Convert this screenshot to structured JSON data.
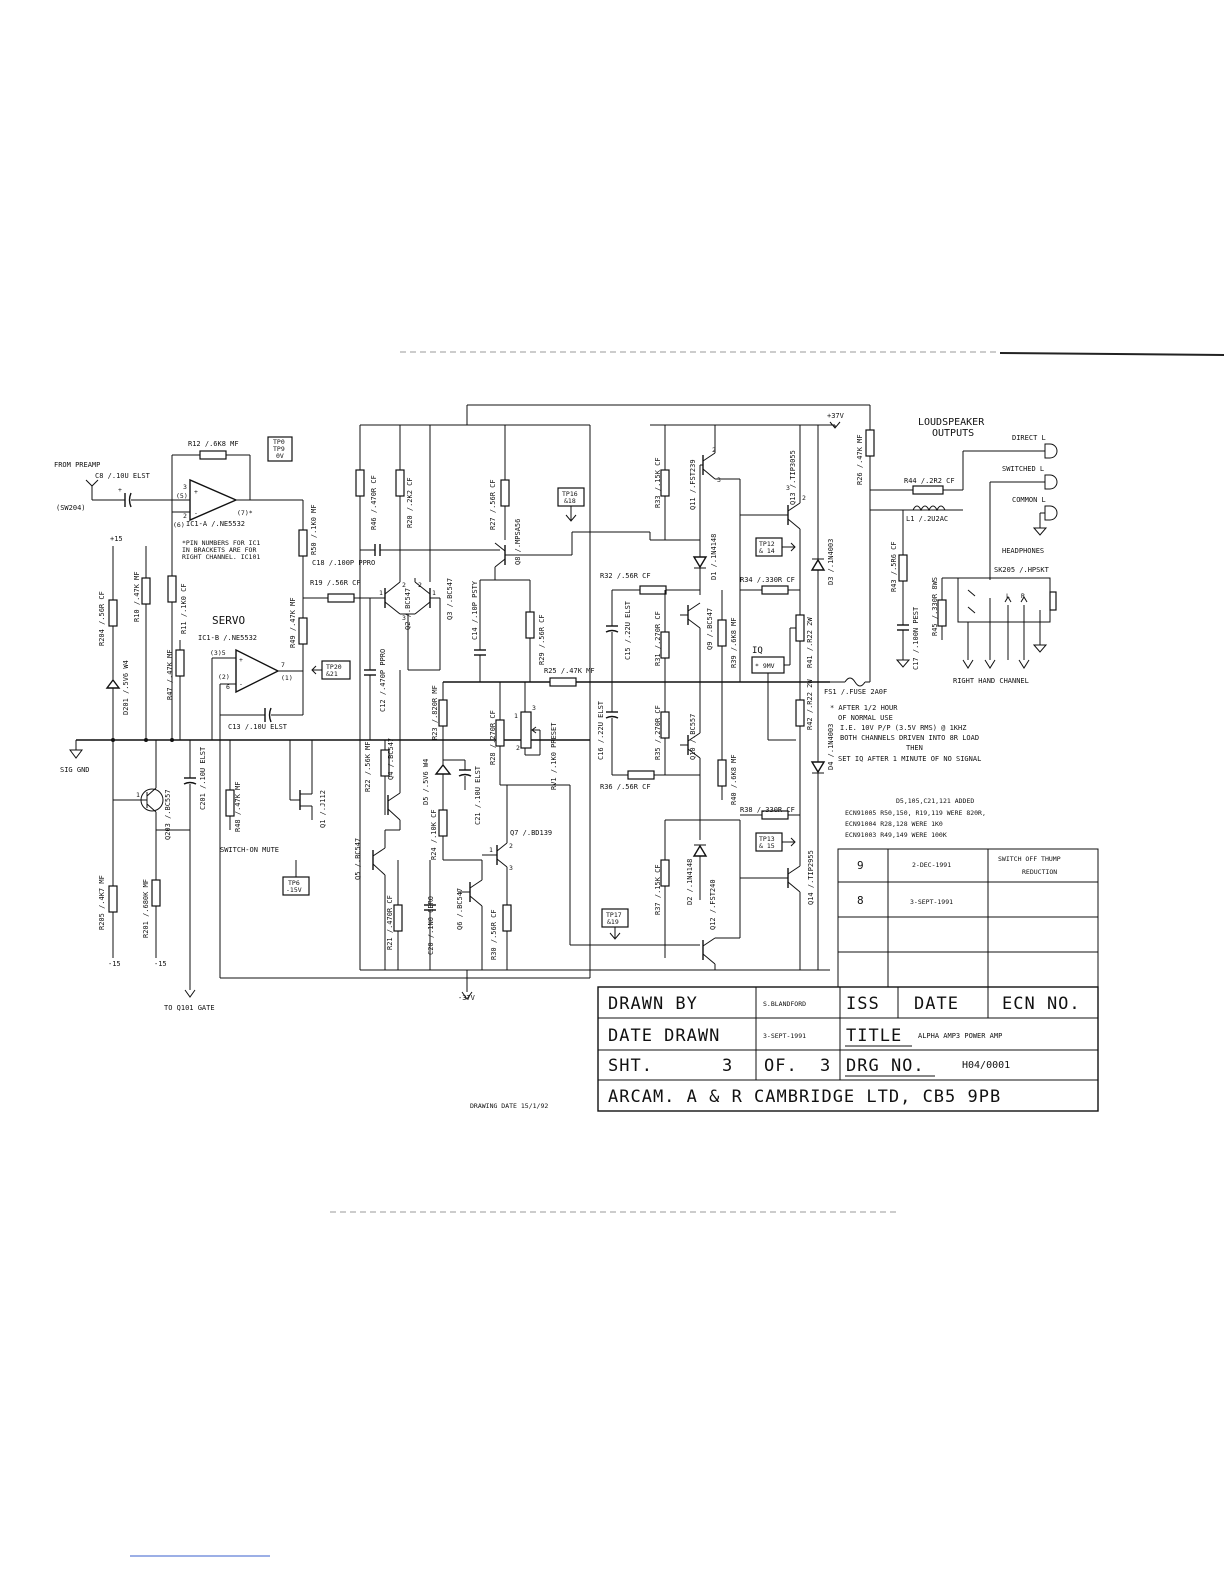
{
  "labels": {
    "from_preamp": "FROM PREAMP",
    "sw204": "(SW204)",
    "c8": "C8 /.10U ELST",
    "r12": "R12 /.6K8 MF",
    "tp0": "TP0",
    "tp9": "TP9",
    "zero_v": "0V",
    "pin3": "3",
    "pin5": "(5)",
    "pin2": "2",
    "pin6": "(6)",
    "pin7": "(7)*",
    "ic1a": "IC1-A /.NE5532",
    "pin_note_1": "*PIN NUMBERS FOR IC1",
    "pin_note_2": "IN BRACKETS ARE FOR",
    "pin_note_3": "RIGHT CHANNEL. IC101",
    "plus15": "+15",
    "r50": "R50 /.1K0 MF",
    "r204": "R204 /.56R CF",
    "r10": "R10 /.47K MF",
    "r11": "R11 /.1K0 CF",
    "servo": "SERVO",
    "ic1b": "IC1-B /.NE5532",
    "servo_p3": "(3)5",
    "servo_p2": "(2)",
    "servo_p6": "6",
    "servo_p7": "7",
    "servo_p1": "(1)",
    "r49": "R49 /.47K MF",
    "tp20": "TP20",
    "tp21": "&21",
    "r47": "R47 /.47K MF",
    "d201": "D201 /.5V6 W4",
    "c13": "C13 /.10U ELST",
    "sig_gnd": "SIG GND",
    "q203": "Q203 /.BC557",
    "c201": "C201 /.10U ELST",
    "r48": "R48 /.47K MF",
    "q1": "Q1 /.J112",
    "switch_on_mute": "SWITCH-ON MUTE",
    "tp6": "TP6",
    "tp6_v": "-15V",
    "r205": "R205 /.4K7 MF",
    "r201": "R201 /.680K MF",
    "minus15a": "-15",
    "minus15b": "-15",
    "to_q101": "TO Q101 GATE",
    "c18": "C18 /.100P PPRO",
    "r19": "R19 /.56R CF",
    "q2": "Q2 /.BC547",
    "q3": "Q3 /.BC547",
    "r46": "R46 /.470R CF",
    "r20": "R20 /.2K2 CF",
    "c12": "C12 /.470P PPRO",
    "r22": "R22 /.56K MF",
    "q4": "Q4 /.BC547",
    "q5": "Q5 /.BC547",
    "r21": "R21 /.470R CF",
    "d5": "D5 /.5V6 W4",
    "r23": "R23 /.820R MF",
    "r24": "R24 /.10K CF",
    "c20": "C20 /.1N0 CERO",
    "q6": "Q6 /.BC547",
    "c21": "C21 /.10U ELST",
    "r28": "R28 /.270R CF",
    "q7": "Q7 /.BD139",
    "r30": "R30 /.56R CF",
    "minus37": "-37V",
    "r27": "R27 /.56R CF",
    "q8": "Q8 /.MPSA56",
    "c14": "C14 /.10P PSTY",
    "tp16": "TP16",
    "tp18": "&18",
    "r29": "R29 /.56R CF",
    "r25": "R25 /.47K MF",
    "rv1": "RV1 /.1K0 PRESET",
    "tp17": "TP17",
    "tp19": "&19",
    "plus37": "+37V",
    "r33": "R33 /.15K CF",
    "q11": "Q11 /.FST239",
    "d1": "D1 /.1N4148",
    "r32": "R32 /.56R CF",
    "c15": "C15 /.22U ELST",
    "r31": "R31 /.270R CF",
    "q9": "Q9 /.BC547",
    "r39": "R39 /.6K8 MF",
    "c16": "C16 /.22U ELST",
    "r35": "R35 /.270R CF",
    "q10": "Q10 /.BC557",
    "r40": "R40 /.6K8 MF",
    "r36": "R36 /.56R CF",
    "r37": "R37 /.15K CF",
    "d2": "D2 /.1N4148",
    "q12": "Q12 /.FST240",
    "q13": "Q13 /.TIP3055",
    "q14": "Q14 /.TIP2955",
    "tp12": "TP12",
    "tp14": "& 14",
    "tp13": "TP13",
    "tp15": "& 15",
    "r34": "R34 /.330R CF",
    "r38": "R38 /.330R CF",
    "iq": "IQ",
    "iq_val": "* 9MV",
    "r41": "R41 /.R22 2W",
    "r42": "R42 /.R22 2W",
    "d3": "D3 /.1N4003",
    "d4": "D4 /.1N4003",
    "r26": "R26 /.47K MF",
    "fs1": "FS1 /.FUSE 2A0F",
    "loudspeaker_1": "LOUDSPEAKER",
    "loudspeaker_2": "OUTPUTS",
    "direct_l": "DIRECT L",
    "switched_l": "SWITCHED L",
    "common_l": "COMMON L",
    "headphones": "HEADPHONES",
    "sk205": "SK205 /.HPSKT",
    "plug_l": "L",
    "plug_r": "R",
    "r44": "R44 /.2R2 CF",
    "l1": "L1 /.2U2AC",
    "r43": "R43 /.5R6 CF",
    "c17": "C17 /.100N PEST",
    "r45": "R45 /.330R 8WS",
    "right_hand": "RIGHT HAND CHANNEL",
    "note_1": "* AFTER 1/2 HOUR",
    "note_2": "OF NORMAL USE",
    "note_3": "I.E. 10V P/P (3.5V RMS) @ 1KHZ",
    "note_4": "BOTH CHANNELS DRIVEN INTO 8R LOAD",
    "note_5": "THEN",
    "note_6": "SET IQ AFTER 1 MINUTE OF NO SIGNAL",
    "ecn_1": "D5,105,C21,121 ADDED",
    "ecn_2": "ECN91005 R50,150, R19,119 WERE 820R,",
    "ecn_3": "ECN91004 R28,128 WERE 1K0",
    "ecn_4": "ECN91003 R49,149 WERE 100K",
    "drawing_date": "DRAWING DATE 15/1/92"
  },
  "revisions": [
    {
      "iss": "9",
      "date": "2-DEC-1991",
      "ecn_line1": "SWITCH OFF THUMP",
      "ecn_line2": "REDUCTION"
    },
    {
      "iss": "8",
      "date": "3-SEPT-1991",
      "ecn_line1": "",
      "ecn_line2": ""
    }
  ],
  "title_block": {
    "drawn_by_label": "DRAWN BY",
    "drawn_by": "S.BLANDFORD",
    "iss_label": "ISS",
    "date_label": "DATE",
    "ecn_label": "ECN NO.",
    "date_drawn_label": "DATE DRAWN",
    "date_drawn": "3-SEPT-1991",
    "title_label": "TITLE",
    "title": "ALPHA AMP3 POWER AMP",
    "sht_label": "SHT.",
    "sht": "3",
    "of_label": "OF.",
    "of": "3",
    "drg_label": "DRG NO.",
    "drg": "H04/0001",
    "company": "ARCAM.  A  &  R  CAMBRIDGE  LTD,  CB5  9PB"
  }
}
